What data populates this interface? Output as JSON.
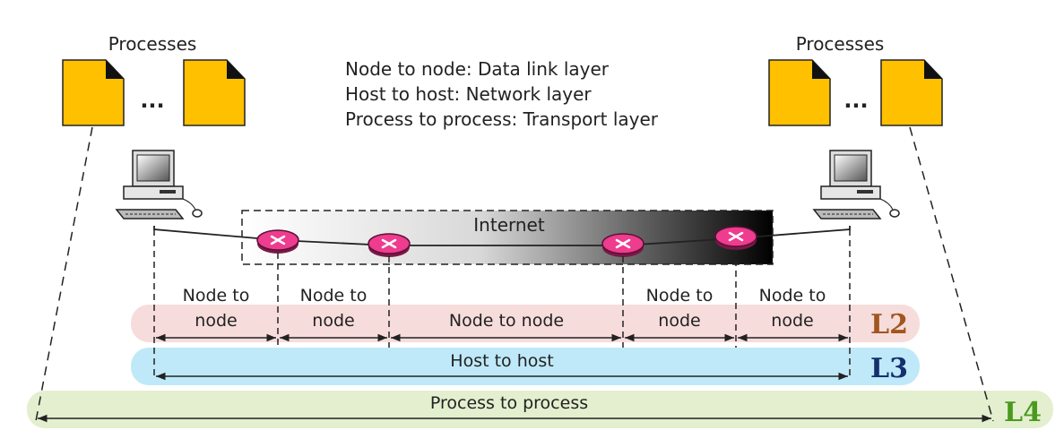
{
  "legend": [
    "Node to node: Data link layer",
    "Host to host: Network layer",
    "Process to process: Transport layer"
  ],
  "left_host": {
    "label": "Processes",
    "ellipsis": "..."
  },
  "right_host": {
    "label": "Processes",
    "ellipsis": "..."
  },
  "internet": {
    "label": "Internet"
  },
  "segments": {
    "seg1": [
      "Node to",
      "node"
    ],
    "seg2": [
      "Node to",
      "node"
    ],
    "seg3": [
      "Node to node"
    ],
    "seg4": [
      "Node to",
      "node"
    ],
    "seg5": [
      "Node to",
      "node"
    ]
  },
  "bands": {
    "l2": {
      "tag": "L2",
      "color": "#f7dcdc",
      "tag_color": "#a0561c"
    },
    "l3": {
      "tag": "L3",
      "text": "Host to host",
      "color": "#bfe9f8",
      "tag_color": "#14306e"
    },
    "l4": {
      "tag": "L4",
      "text": "Process to process",
      "color": "#e3efcf",
      "tag_color": "#4a9a1e"
    }
  },
  "colors": {
    "document": "#ffc000",
    "router": "#ee3c8f",
    "line": "#222222"
  }
}
